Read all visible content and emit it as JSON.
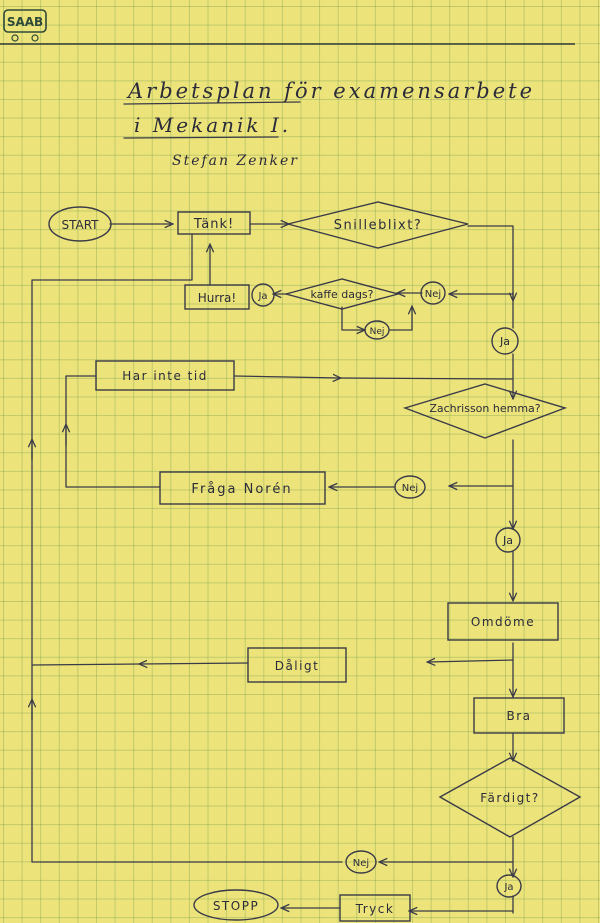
{
  "logo": "SAAB",
  "header": {
    "title": "Arbetsplan för examensarbete",
    "subtitle": "i Mekanik I.",
    "author": "Stefan Zenker"
  },
  "nodes": {
    "start": "START",
    "think": "Tänk!",
    "idea": "Snilleblixt?",
    "hurra": "Hurra!",
    "ja1": "Ja",
    "coffee": "kaffe dags?",
    "nej_coffee": "Nej",
    "nej_loop": "Nej",
    "ja2": "Ja",
    "no_time": "Har inte tid",
    "home": "Zachrisson hemma?",
    "ask": "Fråga Norén",
    "nej2": "Nej",
    "ja3": "Ja",
    "judge": "Omdöme",
    "bad": "Dåligt",
    "good": "Bra",
    "done": "Färdigt?",
    "nej3": "Nej",
    "ja4": "Ja",
    "print": "Tryck",
    "stop": "STOPP"
  }
}
